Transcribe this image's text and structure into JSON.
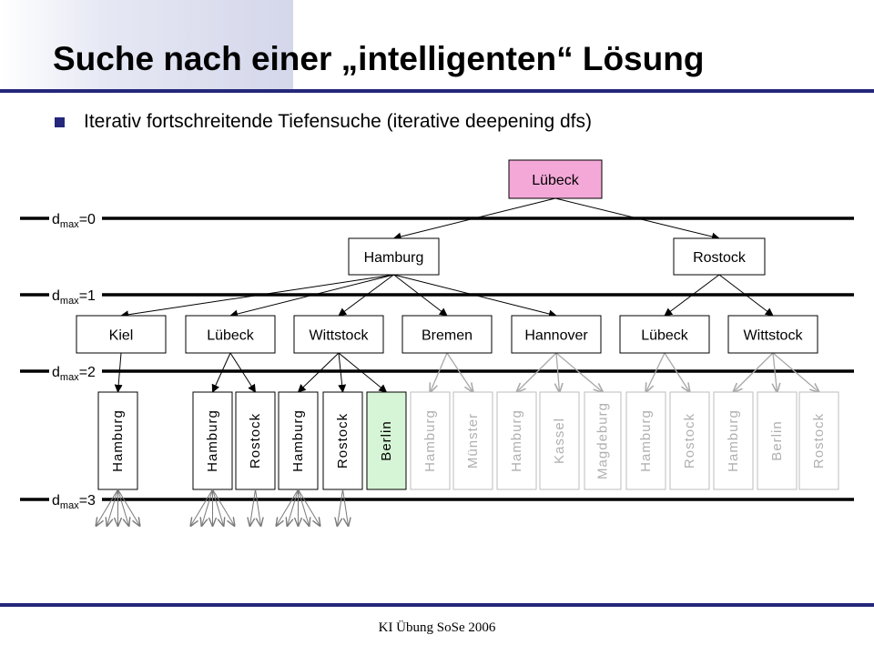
{
  "slide": {
    "title": "Suche nach einer „intelligenten“ Lösung",
    "bullet": "Iterativ fortschreitende Tiefensuche (iterative deepening dfs)",
    "footer": "KI Übung SoSe 2006"
  },
  "colors": {
    "accent": "#24277a",
    "start_node_fill": "#f4a8d8",
    "goal_node_fill": "#d6f5d6",
    "active": "#000000",
    "inactive": "#b8b8b8"
  },
  "depth_labels": [
    {
      "prefix": "d",
      "sub": "max",
      "suffix": "=0"
    },
    {
      "prefix": "d",
      "sub": "max",
      "suffix": "=1"
    },
    {
      "prefix": "d",
      "sub": "max",
      "suffix": "=2"
    },
    {
      "prefix": "d",
      "sub": "max",
      "suffix": "=3"
    }
  ],
  "tree": {
    "root": {
      "label": "Lübeck",
      "state": "start"
    },
    "level1": [
      {
        "label": "Hamburg",
        "state": "active"
      },
      {
        "label": "Rostock",
        "state": "active"
      }
    ],
    "level2": [
      {
        "label": "Kiel",
        "parent": 0,
        "state": "active"
      },
      {
        "label": "Lübeck",
        "parent": 0,
        "state": "active"
      },
      {
        "label": "Wittstock",
        "parent": 0,
        "state": "active"
      },
      {
        "label": "Bremen",
        "parent": 0,
        "state": "active"
      },
      {
        "label": "Hannover",
        "parent": 0,
        "state": "active"
      },
      {
        "label": "Lübeck",
        "parent": 1,
        "state": "active"
      },
      {
        "label": "Wittstock",
        "parent": 1,
        "state": "active"
      }
    ],
    "level3": [
      {
        "label": "Hamburg",
        "parent": 0,
        "state": "active"
      },
      {
        "label": "Hamburg",
        "parent": 1,
        "state": "active"
      },
      {
        "label": "Rostock",
        "parent": 1,
        "state": "active"
      },
      {
        "label": "Hamburg",
        "parent": 2,
        "state": "active"
      },
      {
        "label": "Rostock",
        "parent": 2,
        "state": "active"
      },
      {
        "label": "Berlin",
        "parent": 2,
        "state": "goal"
      },
      {
        "label": "Hamburg",
        "parent": 3,
        "state": "inactive"
      },
      {
        "label": "Münster",
        "parent": 3,
        "state": "inactive"
      },
      {
        "label": "Hamburg",
        "parent": 4,
        "state": "inactive"
      },
      {
        "label": "Kassel",
        "parent": 4,
        "state": "inactive"
      },
      {
        "label": "Magdeburg",
        "parent": 4,
        "state": "inactive"
      },
      {
        "label": "Hamburg",
        "parent": 5,
        "state": "inactive"
      },
      {
        "label": "Rostock",
        "parent": 5,
        "state": "inactive"
      },
      {
        "label": "Hamburg",
        "parent": 6,
        "state": "inactive"
      },
      {
        "label": "Berlin",
        "parent": 6,
        "state": "inactive"
      },
      {
        "label": "Rostock",
        "parent": 6,
        "state": "inactive"
      }
    ],
    "level4_fans": [
      {
        "parent": 0,
        "arrows": 5
      },
      {
        "parent": 1,
        "arrows": 5
      },
      {
        "parent": 2,
        "arrows": 2
      },
      {
        "parent": 3,
        "arrows": 5
      },
      {
        "parent": 4,
        "arrows": 2
      }
    ]
  }
}
